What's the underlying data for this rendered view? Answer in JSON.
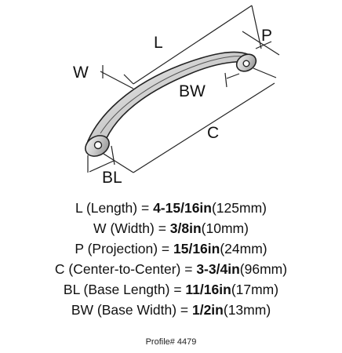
{
  "diagram": {
    "labels": {
      "L": "L",
      "P": "P",
      "W": "W",
      "BW": "BW",
      "C": "C",
      "BL": "BL"
    }
  },
  "specs": [
    {
      "abbr": "L",
      "name": " (Length) = ",
      "value": "4-15/16in",
      "metric": "(125mm)"
    },
    {
      "abbr": "W",
      "name": " (Width) = ",
      "value": "3/8in",
      "metric": "(10mm)"
    },
    {
      "abbr": "P",
      "name": " (Projection) = ",
      "value": "15/16in",
      "metric": "(24mm)"
    },
    {
      "abbr": "C",
      "name": " (Center-to-Center) = ",
      "value": "3-3/4in",
      "metric": "(96mm)"
    },
    {
      "abbr": "BL",
      "name": " (Base Length) = ",
      "value": "11/16in",
      "metric": "(17mm)"
    },
    {
      "abbr": "BW",
      "name": " (Base Width) = ",
      "value": "1/2in",
      "metric": "(13mm)"
    }
  ],
  "profile": "Profile# 4479"
}
